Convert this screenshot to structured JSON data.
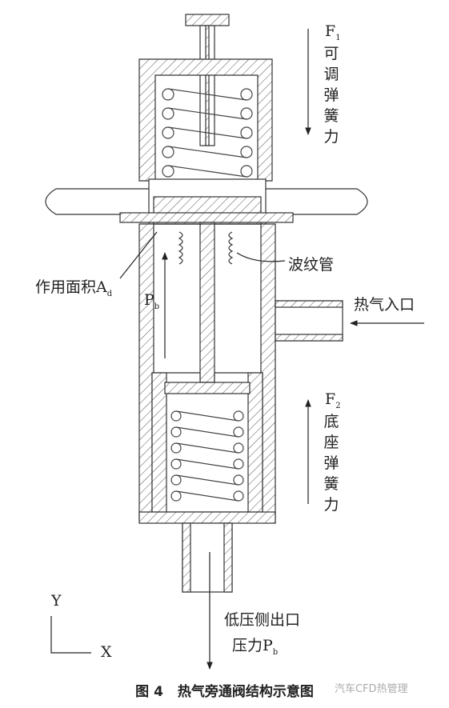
{
  "labels": {
    "f1_symbol": "F",
    "f1_sub": "1",
    "f1_text": [
      "可",
      "调",
      "弹",
      "簧",
      "力"
    ],
    "f2_symbol": "F",
    "f2_sub": "2",
    "f2_text": [
      "底",
      "座",
      "弹",
      "簧",
      "力"
    ],
    "bellows": "波纹管",
    "hot_gas_inlet": "热气入口",
    "area_text": "作用面积A",
    "area_sub": "d",
    "pb_symbol": "P",
    "pb_sub": "b",
    "outlet_line1": "低压侧出口",
    "outlet_line2_text": "压力P",
    "outlet_line2_sub": "b",
    "axis_y": "Y",
    "axis_x": "X"
  },
  "caption": {
    "figure_no": "图 4",
    "title": "热气旁通阀结构示意图"
  },
  "watermark": "汽车CFD热管理"
}
